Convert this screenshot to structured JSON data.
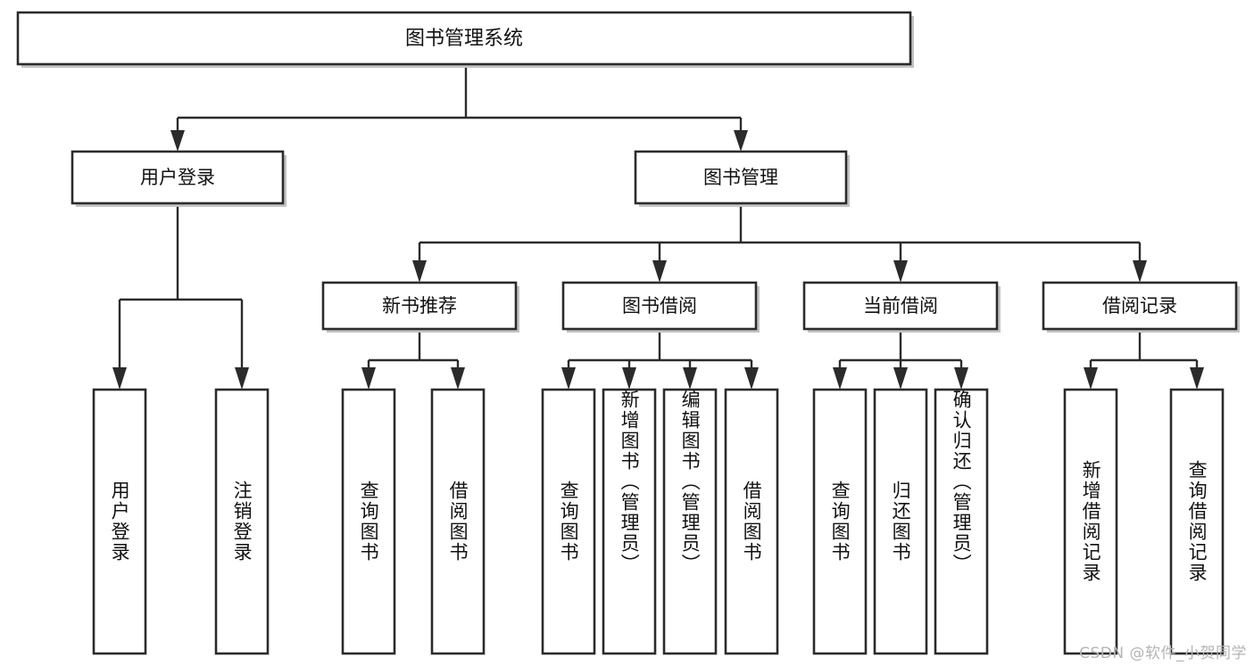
{
  "diagram": {
    "title": "图书管理系统",
    "type": "tree",
    "orientation": "top-down",
    "colors": {
      "box_stroke": "#2b2b2b",
      "box_fill": "#ffffff",
      "connector": "#2b2b2b",
      "shadow": "#b9b9b9",
      "label_text": "#111111",
      "watermark_text": "#b5b5b5",
      "background": "#ffffff"
    },
    "root": {
      "label": "图书管理系统"
    },
    "level2": [
      {
        "label": "用户登录"
      },
      {
        "label": "图书管理"
      }
    ],
    "level3": [
      {
        "label": "新书推荐"
      },
      {
        "label": "图书借阅"
      },
      {
        "label": "当前借阅"
      },
      {
        "label": "借阅记录"
      }
    ],
    "leaves": {
      "user_login": [
        {
          "label": "用户登录"
        },
        {
          "label": "注销登录"
        }
      ],
      "new_book_recommend": [
        {
          "label": "查询图书"
        },
        {
          "label": "借阅图书"
        }
      ],
      "book_borrow": [
        {
          "label": "查询图书"
        },
        {
          "label": "新增图书（管理员）"
        },
        {
          "label": "编辑图书（管理员）"
        },
        {
          "label": "借阅图书"
        }
      ],
      "current_borrow": [
        {
          "label": "查询图书"
        },
        {
          "label": "归还图书"
        },
        {
          "label": "确认归还（管理员）"
        }
      ],
      "borrow_record": [
        {
          "label": "新增借阅记录"
        },
        {
          "label": "查询借阅记录"
        }
      ]
    }
  },
  "watermark": {
    "text": "CSDN @软件_小贺同学"
  }
}
